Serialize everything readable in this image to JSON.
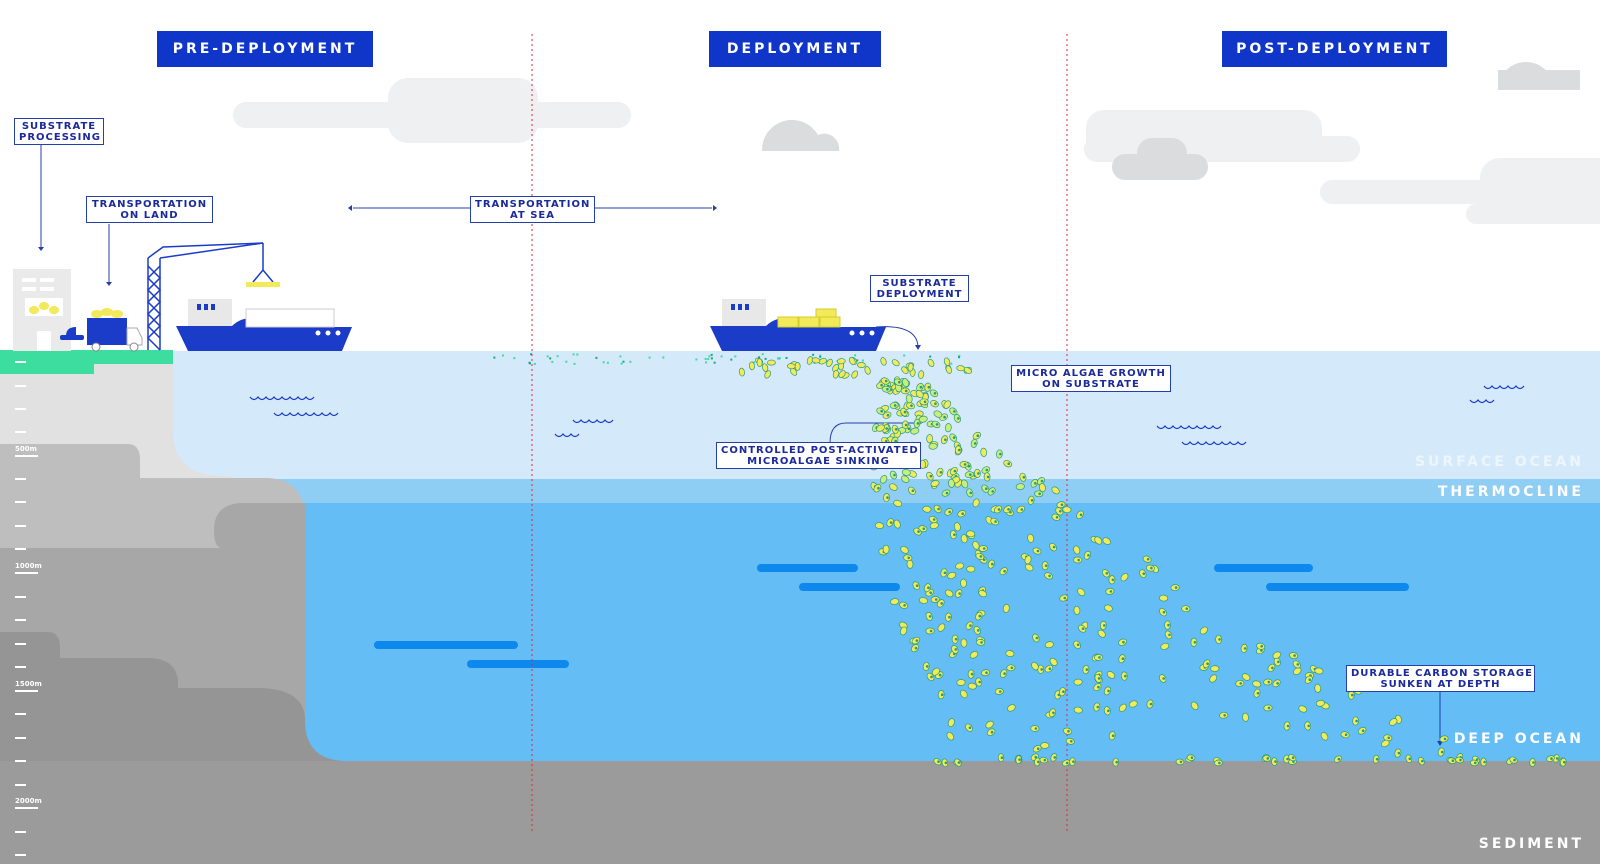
{
  "phases": {
    "pre": "PRE-DEPLOYMENT",
    "deploy": "DEPLOYMENT",
    "post": "POST-DEPLOYMENT"
  },
  "labels": {
    "substrate_processing": [
      "SUBSTRATE",
      "PROCESSING"
    ],
    "transport_land": [
      "TRANSPORTATION",
      "ON LAND"
    ],
    "transport_sea": [
      "TRANSPORTATION",
      "AT SEA"
    ],
    "substrate_deployment": [
      "SUBSTRATE",
      "DEPLOYMENT"
    ],
    "micro_algae": [
      "MICRO ALGAE GROWTH",
      "ON SUBSTRATE"
    ],
    "controlled_sinking": [
      "CONTROLLED POST-ACTIVATED",
      "MICROALGAE SINKING"
    ],
    "durable_storage": [
      "DURABLE CARBON STORAGE",
      "SUNKEN AT DEPTH"
    ]
  },
  "zones": {
    "surface": "SURFACE OCEAN",
    "thermocline": "THERMOCLINE",
    "deep": "DEEP OCEAN",
    "sediment": "SEDIMENT"
  },
  "depth_marks": [
    "500m",
    "1000m",
    "1500m",
    "2000m"
  ],
  "colors": {
    "label_blue": "#0f36c8",
    "surface_ocean": "#d4e9fa",
    "thermocline": "#8ecdf4",
    "deep_ocean": "#64bdf4",
    "sediment": "#9b9b9b",
    "land": "#3ddc9f",
    "algae": "#f2ea58"
  }
}
